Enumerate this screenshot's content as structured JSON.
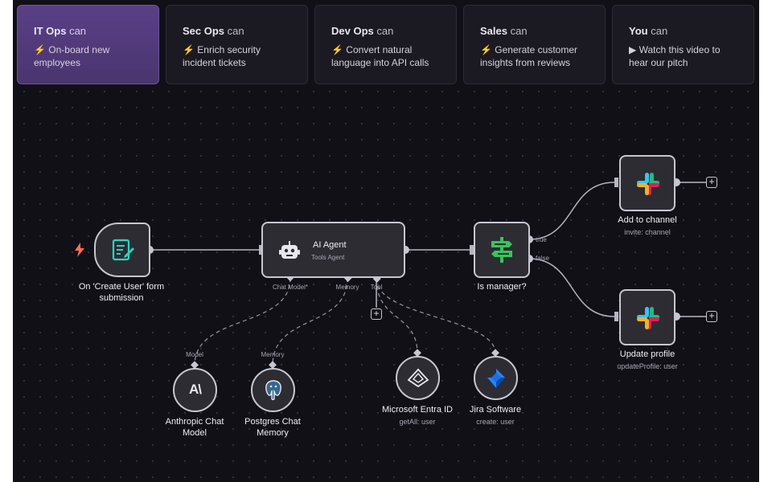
{
  "tabs": [
    {
      "team": "IT Ops",
      "can": "can",
      "icon": "bolt-icon",
      "desc": "⚡ On-board new employees"
    },
    {
      "team": "Sec Ops",
      "can": "can",
      "icon": "bolt-icon",
      "desc": "⚡ Enrich security incident tickets"
    },
    {
      "team": "Dev Ops",
      "can": "can",
      "icon": "bolt-icon",
      "desc": "⚡ Convert natural language into API calls"
    },
    {
      "team": "Sales",
      "can": "can",
      "icon": "bolt-icon",
      "desc": "⚡ Generate customer insights from reviews"
    },
    {
      "team": "You",
      "can": "can",
      "icon": "play-icon",
      "desc": "▶ Watch this video to hear our pitch"
    }
  ],
  "active_tab": "IT Ops",
  "workflow": {
    "trigger": {
      "label": "On 'Create User' form submission",
      "icon": "form-icon"
    },
    "agent": {
      "title": "AI Agent",
      "subtitle": "Tools Agent",
      "icon": "robot-icon",
      "ports": {
        "chat_model": "Chat Model*",
        "memory": "Memory",
        "tool": "Tool"
      }
    },
    "switch": {
      "label": "Is manager?",
      "icon": "signpost-icon",
      "true_label": "true",
      "false_label": "false"
    },
    "add_channel": {
      "label": "Add to channel",
      "sub": "invite: channel",
      "icon": "slack-icon"
    },
    "update_profile": {
      "label": "Update profile",
      "sub": "updateProfile: user",
      "icon": "slack-icon"
    },
    "anthropic": {
      "label": "Anthropic Chat Model",
      "port": "Model",
      "icon": "anthropic-icon",
      "icon_text": "A\\"
    },
    "postgres": {
      "label": "Postgres Chat Memory",
      "port": "Memory",
      "icon": "postgres-icon"
    },
    "entra": {
      "label": "Microsoft Entra ID",
      "sub": "getAll: user",
      "icon": "entra-icon"
    },
    "jira": {
      "label": "Jira Software",
      "sub": "create: user",
      "icon": "jira-icon"
    },
    "plus": "+"
  },
  "colors": {
    "canvas": "#111017",
    "active_tab": "#523b7a",
    "node_fill": "#2d2c33",
    "node_border": "#c8c6d0",
    "trigger_bolt": "#ff6d5a",
    "form_icon": "#2dd4bf",
    "switch_icon": "#34c759",
    "jira": "#2684ff"
  }
}
